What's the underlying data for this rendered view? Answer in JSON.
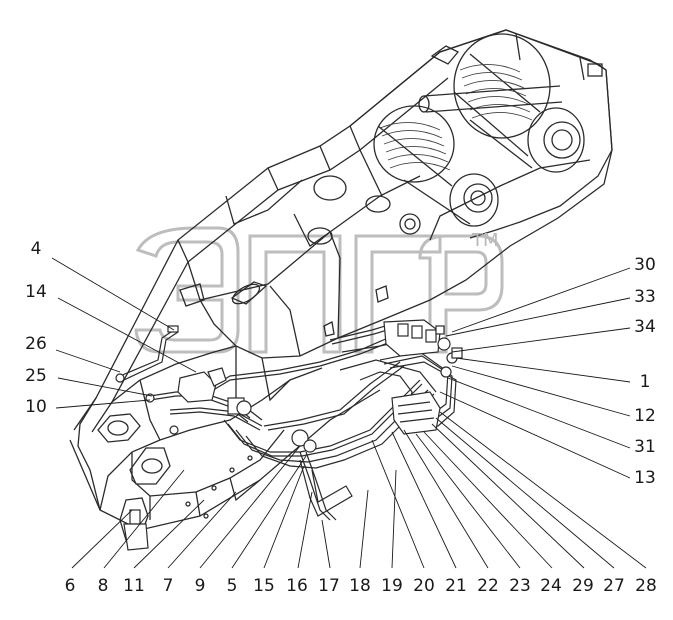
{
  "watermark": {
    "logo": "ЭПГ",
    "trademark": "TM"
  },
  "callouts": {
    "left": [
      "4",
      "14",
      "26",
      "25",
      "10"
    ],
    "right": [
      "30",
      "33",
      "34",
      "1",
      "12",
      "31",
      "13"
    ],
    "bottom": [
      "6",
      "8",
      "11",
      "7",
      "9",
      "5",
      "15",
      "16",
      "17",
      "18",
      "19",
      "20",
      "21",
      "22",
      "23",
      "24",
      "29",
      "27",
      "28"
    ]
  }
}
